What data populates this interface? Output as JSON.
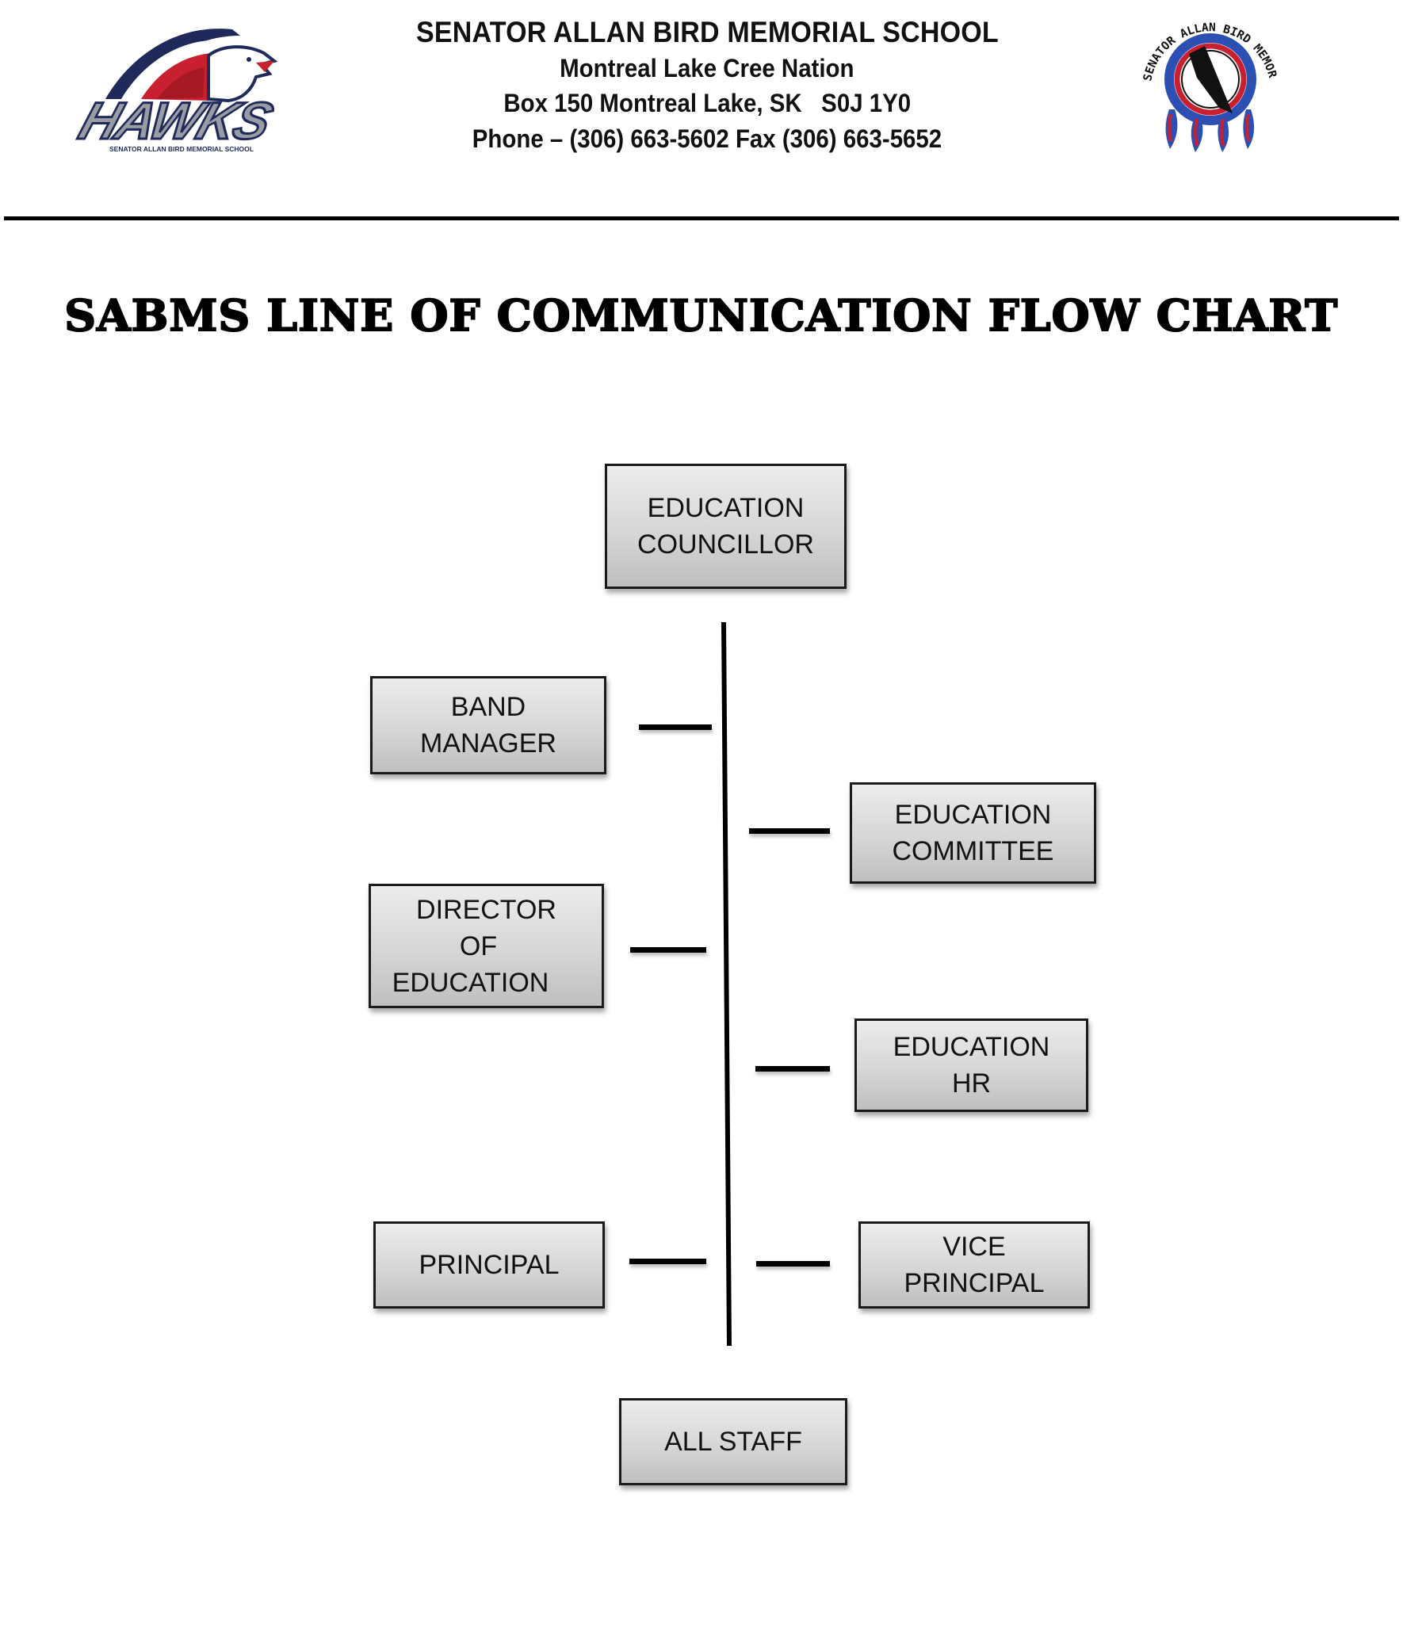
{
  "header": {
    "school_name": "SENATOR ALLAN BIRD MEMORIAL SCHOOL",
    "nation": "Montreal Lake Cree Nation",
    "address": "Box 150 Montreal Lake, SK   S0J 1Y0",
    "contact": "Phone – (306) 663-5602 Fax (306) 663-5652",
    "left_logo": {
      "icon": "hawks-logo",
      "wordmark": "HAWKS",
      "subtext": "SENATOR ALLAN BIRD MEMORIAL SCHOOL"
    },
    "right_logo": {
      "icon": "dreamcatcher-eagle-logo",
      "ring_text": "SENATOR ALLAN BIRD MEMORIAL SCHOOL"
    }
  },
  "title": "SABMS LINE OF COMMUNICATION FLOW CHART",
  "colors": {
    "navy": "#1f2a5a",
    "red": "#c8202f",
    "blue": "#2b4fb3",
    "gray": "#9a9ca3",
    "node_top": "#ececec",
    "node_bottom": "#bfbfbf"
  },
  "flowchart": {
    "top": {
      "id": "education-councillor",
      "lines": [
        "EDUCATION",
        "COUNCILLOR"
      ]
    },
    "left": [
      {
        "id": "band-manager",
        "lines": [
          "BAND",
          "MANAGER"
        ]
      },
      {
        "id": "director-of-education",
        "lines": [
          "DIRECTOR",
          "OF",
          "EDUCATION"
        ]
      },
      {
        "id": "principal",
        "lines": [
          "PRINCIPAL"
        ]
      }
    ],
    "right": [
      {
        "id": "education-committee",
        "lines": [
          "EDUCATION",
          "COMMITTEE"
        ]
      },
      {
        "id": "education-hr",
        "lines": [
          "EDUCATION",
          "HR"
        ]
      },
      {
        "id": "vice-principal",
        "lines": [
          "VICE",
          "PRINCIPAL"
        ]
      }
    ],
    "bottom": {
      "id": "all-staff",
      "lines": [
        "ALL STAFF"
      ]
    }
  }
}
